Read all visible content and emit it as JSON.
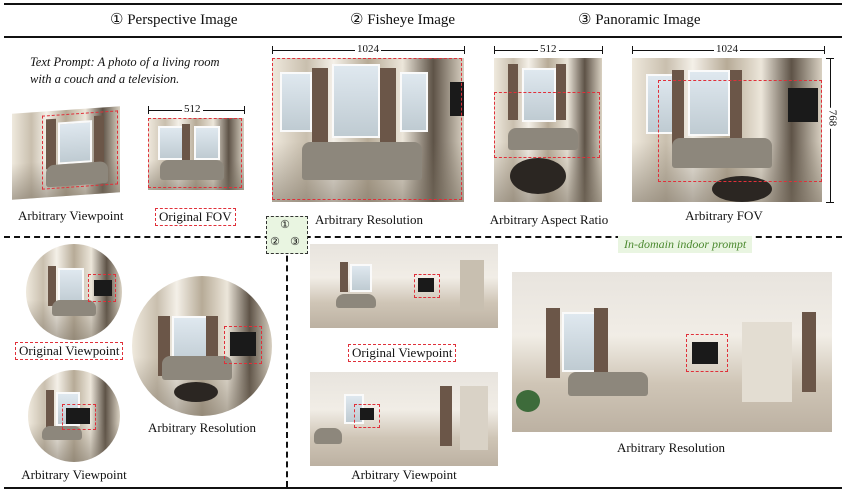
{
  "headers": {
    "perspective": "① Perspective Image",
    "fisheye": "② Fisheye Image",
    "panoramic": "③ Panoramic Image"
  },
  "prompt": "Text Prompt: A photo of a living room with a couch and a television.",
  "dimensions": {
    "original_fov_width": "512",
    "resolution_width": "1024",
    "aspect_width": "512",
    "fov_width": "1024",
    "fov_height": "768"
  },
  "legend_marks": {
    "one": "①",
    "two": "②",
    "three": "③"
  },
  "captions": {
    "arbitrary_viewpoint": "Arbitrary Viewpoint",
    "original_fov": "Original FOV",
    "arbitrary_resolution": "Arbitrary Resolution",
    "arbitrary_aspect_ratio": "Arbitrary Aspect Ratio",
    "arbitrary_fov": "Arbitrary FOV",
    "fisheye_original_viewpoint": "Original Viewpoint",
    "fisheye_arbitrary_viewpoint": "Arbitrary Viewpoint",
    "fisheye_arbitrary_resolution": "Arbitrary Resolution",
    "pano_original_viewpoint": "Original Viewpoint",
    "pano_arbitrary_viewpoint": "Arbitrary Viewpoint",
    "pano_arbitrary_resolution": "Arbitrary Resolution"
  },
  "indomain_label": "In-domain indoor prompt",
  "colors": {
    "highlight_red": "#e0303a",
    "indomain_green": "#4c8a30",
    "legend_bg": "#e9f5e1"
  }
}
